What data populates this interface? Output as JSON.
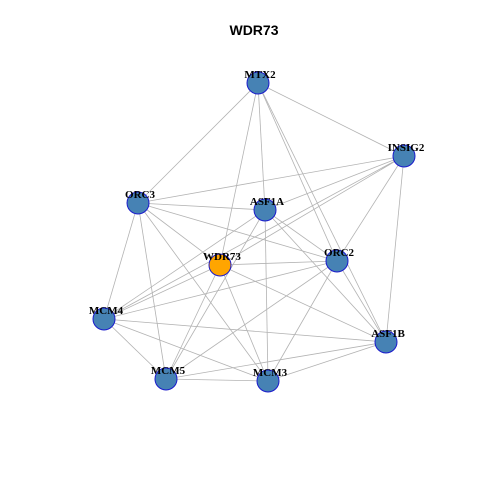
{
  "title": "WDR73",
  "colors": {
    "node_default": "#4682b4",
    "node_highlight": "#ffa500",
    "node_border": "#1a1acc",
    "edge": "#b3b3b3"
  },
  "nodes": [
    {
      "id": "MTX2",
      "label": "MTX2",
      "highlight": false
    },
    {
      "id": "INSIG2",
      "label": "INSIG2",
      "highlight": false
    },
    {
      "id": "ORC3",
      "label": "ORC3",
      "highlight": false
    },
    {
      "id": "ASF1A",
      "label": "ASF1A",
      "highlight": false
    },
    {
      "id": "WDR73",
      "label": "WDR73",
      "highlight": true
    },
    {
      "id": "ORC2",
      "label": "ORC2",
      "highlight": false
    },
    {
      "id": "MCM4",
      "label": "MCM4",
      "highlight": false
    },
    {
      "id": "ASF1B",
      "label": "ASF1B",
      "highlight": false
    },
    {
      "id": "MCM5",
      "label": "MCM5",
      "highlight": false
    },
    {
      "id": "MCM3",
      "label": "MCM3",
      "highlight": false
    }
  ],
  "edges": [
    [
      "MTX2",
      "INSIG2"
    ],
    [
      "MTX2",
      "ORC3"
    ],
    [
      "MTX2",
      "ASF1A"
    ],
    [
      "MTX2",
      "WDR73"
    ],
    [
      "MTX2",
      "ORC2"
    ],
    [
      "MTX2",
      "ASF1B"
    ],
    [
      "INSIG2",
      "ORC3"
    ],
    [
      "INSIG2",
      "ASF1A"
    ],
    [
      "INSIG2",
      "WDR73"
    ],
    [
      "INSIG2",
      "ORC2"
    ],
    [
      "INSIG2",
      "MCM4"
    ],
    [
      "INSIG2",
      "ASF1B"
    ],
    [
      "ORC3",
      "ASF1A"
    ],
    [
      "ORC3",
      "ORC2"
    ],
    [
      "ORC3",
      "MCM4"
    ],
    [
      "ORC3",
      "MCM5"
    ],
    [
      "ORC3",
      "MCM3"
    ],
    [
      "ORC3",
      "WDR73"
    ],
    [
      "ASF1A",
      "MCM4"
    ],
    [
      "ASF1A",
      "MCM5"
    ],
    [
      "ASF1A",
      "MCM3"
    ],
    [
      "ASF1A",
      "ASF1B"
    ],
    [
      "ASF1A",
      "ORC2"
    ],
    [
      "WDR73",
      "ORC2"
    ],
    [
      "WDR73",
      "MCM5"
    ],
    [
      "WDR73",
      "MCM3"
    ],
    [
      "WDR73",
      "ASF1B"
    ],
    [
      "WDR73",
      "MCM4"
    ],
    [
      "ORC2",
      "MCM4"
    ],
    [
      "ORC2",
      "MCM5"
    ],
    [
      "ORC2",
      "MCM3"
    ],
    [
      "ORC2",
      "ASF1B"
    ],
    [
      "MCM4",
      "MCM5"
    ],
    [
      "MCM4",
      "MCM3"
    ],
    [
      "MCM4",
      "ASF1B"
    ],
    [
      "MCM5",
      "MCM3"
    ],
    [
      "MCM5",
      "ASF1B"
    ],
    [
      "MCM3",
      "ASF1B"
    ]
  ]
}
